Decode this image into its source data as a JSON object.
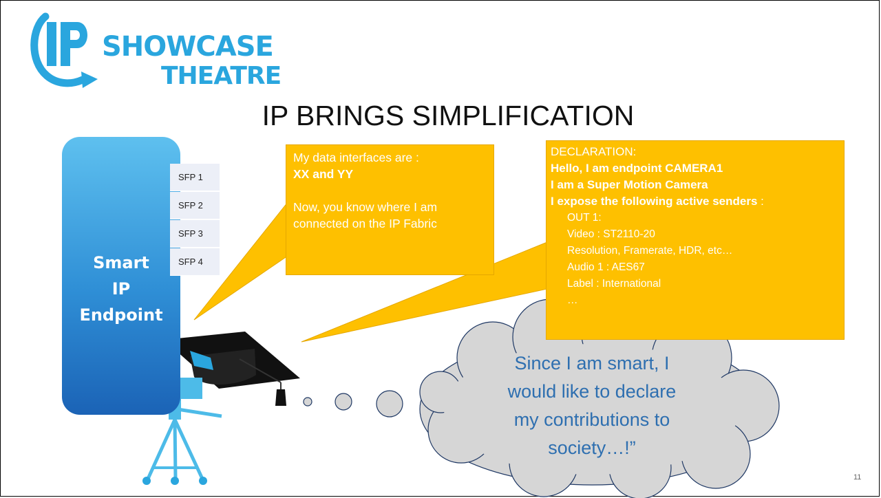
{
  "logo": {
    "word1": "SHOWCASE",
    "word2": "THEATRE",
    "mark": "IP",
    "color": "#2aa6de"
  },
  "title": "IP BRINGS SIMPLIFICATION",
  "device": {
    "label_lines": [
      "Smart",
      "IP",
      "Endpoint"
    ],
    "ports": [
      "SFP 1",
      "SFP 2",
      "SFP 3",
      "SFP 4"
    ]
  },
  "bubble_interfaces": {
    "line1": "My data interfaces are :",
    "line2": "XX and YY",
    "line3": "Now, you know where I am",
    "line4": "connected on the IP Fabric"
  },
  "bubble_declaration": {
    "heading": "DECLARATION:",
    "line1": "Hello, I am endpoint CAMERA1",
    "line2": "I am a Super Motion Camera",
    "line3_bold": "I expose the following active senders",
    "line3_rest": " :",
    "details": [
      "OUT 1:",
      "Video : ST2110-20",
      "Resolution, Framerate, HDR, etc…",
      "Audio 1 : AES67",
      "Label : International",
      "…"
    ]
  },
  "thought": {
    "lines": [
      "Since I am smart, I",
      "would like to declare",
      "my contributions to",
      "society…!”"
    ]
  },
  "page_number": "11",
  "colors": {
    "bubble": "#fec000",
    "device_top": "#5ec0ef",
    "device_bottom": "#1b63b6",
    "cloud_fill": "#d6d6d6",
    "cloud_text": "#2e6fb0"
  }
}
